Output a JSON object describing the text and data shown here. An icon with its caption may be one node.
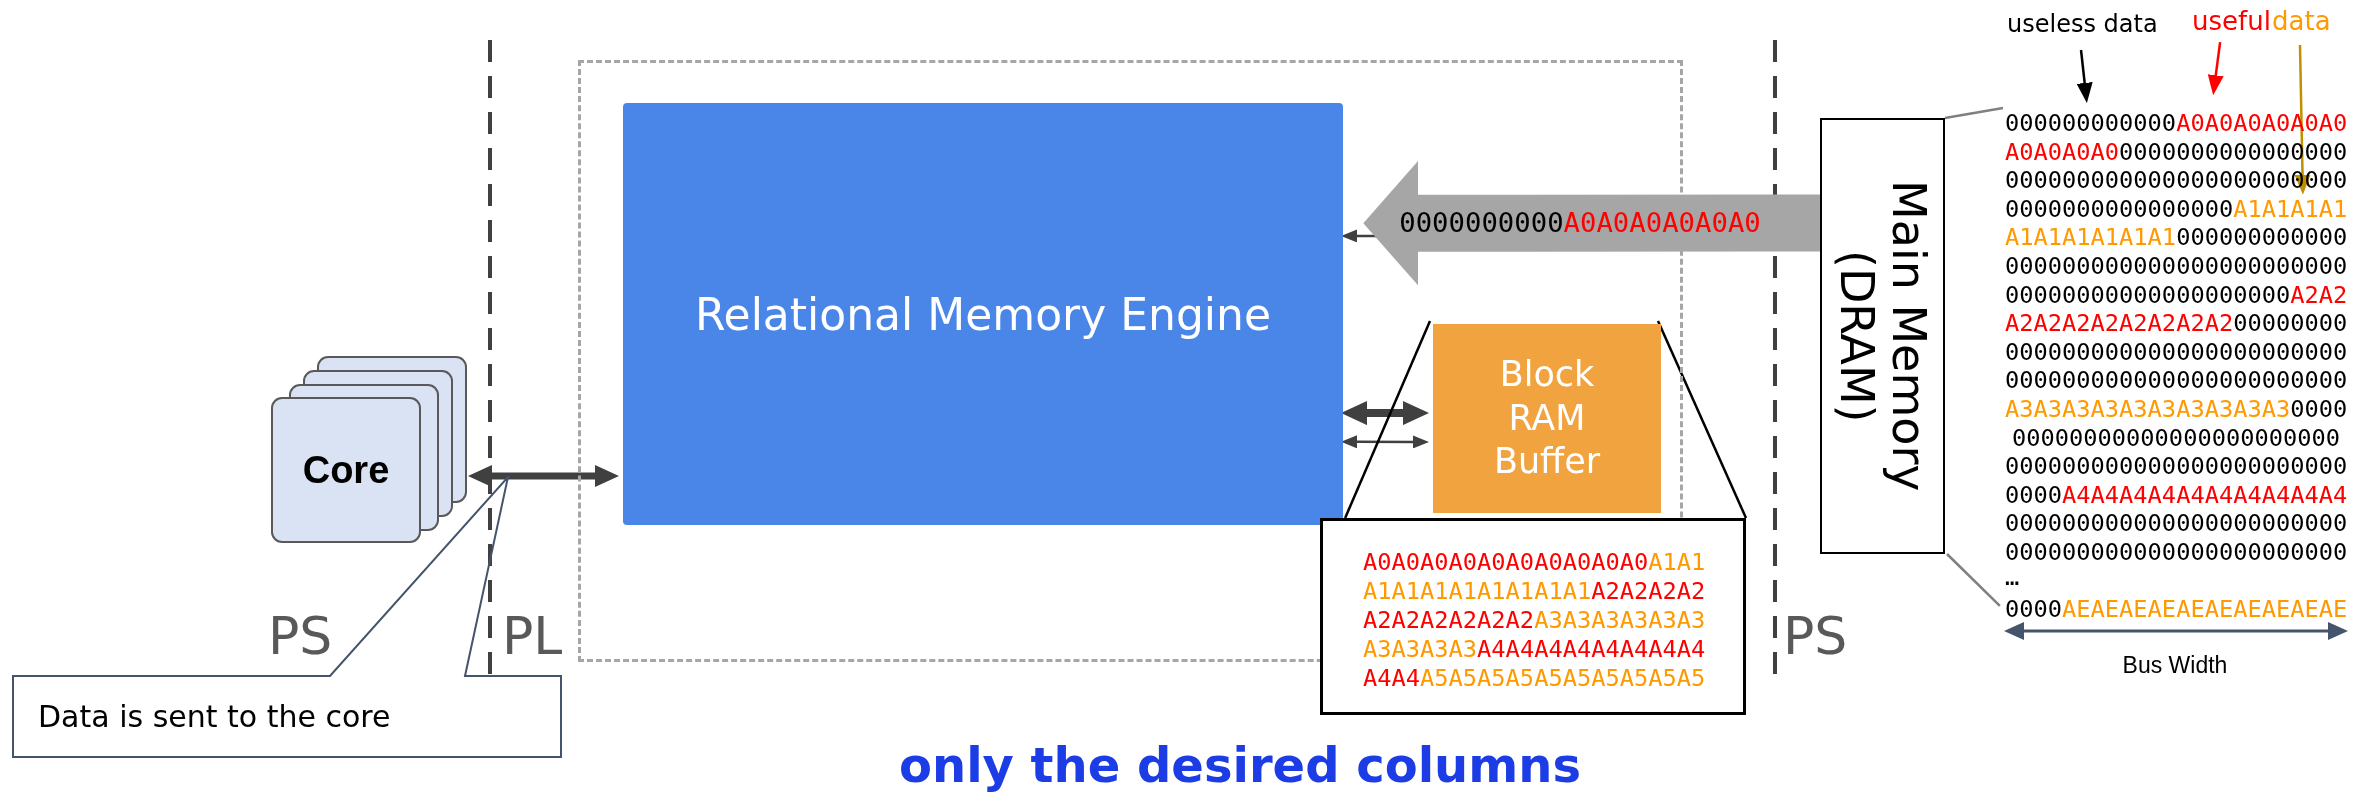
{
  "diagram": {
    "nodes": [
      {
        "text": [
          "Core"
        ]
      },
      {
        "text": [],
        "shape": "box"
      },
      {
        "text": [
          "Relational Memory Engine"
        ],
        "in": 1
      },
      {
        "text": [
          "Block RAM Buffer"
        ],
        "in": 1
      },
      {
        "text": [
          "A0A0A0A0A0A0A0A0A0A0A1A1",
          "A1A1A1A1A1A1A1A1A2A2A2A2",
          "A2A2A2A2A2A2A3A3A3A3A3A3",
          "A3A3A3A3A4A4A4A4A4A4A4A4",
          "A4A4A5A5A5A5A5A5A5A5A5A5"
        ]
      },
      {
        "text": [
          "useless data"
        ]
      },
      {
        "text": [
          "useful"
        ]
      },
      {
        "text": [
          "data"
        ]
      },
      {
        "text": [
          "Main Memory (DRAM)"
        ]
      },
      {
        "text": [
          "000000000000A0A0A0A0A0A0",
          "A0A0A0A00000000000000000",
          "000000000000000000000000",
          "0000000000000000A1A1A1A1",
          "A1A1A1A1A1A1000000000000",
          "000000000000000000000000",
          "00000000000000000000A2A2",
          "A2A2A2A2A2A2A2A200000000",
          "000000000000000000000000",
          "000000000000000000000000",
          "A3A3A3A3A3A3A3A3A3A30000",
          "00000000000000000000000",
          "000000000000000000000000",
          "0000A4A4A4A4A4A4A4A4A4A4",
          "000000000000000000000000",
          "000000000000000000000000",
          "…",
          "0000AEAEAEAEAEAEAEAEAEAE"
        ]
      },
      {
        "text": [
          "Data is sent to the core"
        ]
      }
    ],
    "edges": [
      {
        "from": 0,
        "to": 2,
        "arrow": "both",
        "style": "thick"
      },
      {
        "from": 2,
        "to": 3,
        "arrow": "both",
        "style": "thick"
      },
      {
        "from": 2,
        "to": 3,
        "arrow": "both"
      },
      {
        "from": 8,
        "to": 2,
        "arrow": "to",
        "label": "0000000000A0A0A0A0A0A0",
        "style": "thick",
        "color": "#a6a6a6"
      },
      {
        "from": 2,
        "to": 8,
        "arrow": "both"
      },
      {
        "from": 3,
        "to": 4,
        "arrow": "none",
        "color": "#000000"
      },
      {
        "from": 3,
        "to": 4,
        "arrow": "none",
        "color": "#000000"
      },
      {
        "from": 8,
        "to": 9,
        "arrow": "none",
        "color": "#808080"
      },
      {
        "from": 8,
        "to": 9,
        "arrow": "none",
        "color": "#808080"
      },
      {
        "from": 5,
        "to": 9,
        "arrow": "to",
        "color": "#000000"
      },
      {
        "from": 6,
        "to": 9,
        "arrow": "to",
        "color": "#ff0000"
      },
      {
        "from": 7,
        "to": 9,
        "arrow": "to",
        "color": "#bf9000"
      }
    ],
    "labels": [
      "PS",
      "PL",
      "PS",
      "Bus Width",
      "only the desired columns"
    ]
  }
}
